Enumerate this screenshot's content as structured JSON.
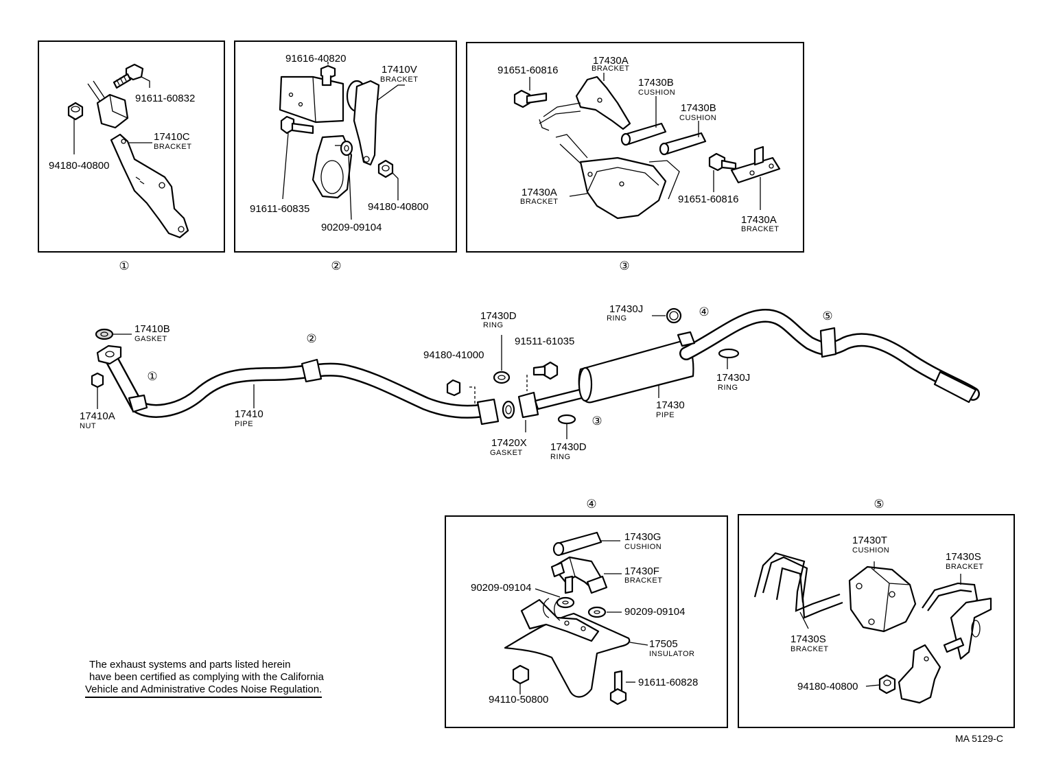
{
  "labels": {
    "p17410B": {
      "num": "17410B",
      "desc": "GASKET"
    },
    "p17410A": {
      "num": "17410A",
      "desc": "NUT"
    },
    "p17410": {
      "num": "17410",
      "desc": "PIPE"
    },
    "p94180_41000": {
      "num": "94180-41000"
    },
    "p17430D_top": {
      "num": "17430D",
      "desc": "RING"
    },
    "p91511_61035": {
      "num": "91511-61035"
    },
    "p17420X": {
      "num": "17420X",
      "desc": "GASKET"
    },
    "p17430D_bot": {
      "num": "17430D",
      "desc": "RING"
    },
    "p17430J_top": {
      "num": "17430J",
      "desc": "RING"
    },
    "p17430J_bot": {
      "num": "17430J",
      "desc": "RING"
    },
    "p17430": {
      "num": "17430",
      "desc": "PIPE"
    },
    "b1_91611_60832": {
      "num": "91611-60832"
    },
    "b1_94180_40800": {
      "num": "94180-40800"
    },
    "b1_17410C": {
      "num": "17410C",
      "desc": "BRACKET"
    },
    "b2_91616_40820": {
      "num": "91616-40820"
    },
    "b2_17410V": {
      "num": "17410V",
      "desc": "BRACKET"
    },
    "b2_91611_60835": {
      "num": "91611-60835"
    },
    "b2_94180_40800": {
      "num": "94180-40800"
    },
    "b2_90209_09104": {
      "num": "90209-09104"
    },
    "b3_91651_60816_a": {
      "num": "91651-60816"
    },
    "b3_17430A_top": {
      "num": "17430A",
      "desc": "BRACKET"
    },
    "b3_17430B_a": {
      "num": "17430B",
      "desc": "CUSHION"
    },
    "b3_17430B_b": {
      "num": "17430B",
      "desc": "CUSHION"
    },
    "b3_17430A_mid": {
      "num": "17430A",
      "desc": "BRACKET"
    },
    "b3_91651_60816_b": {
      "num": "91651-60816"
    },
    "b3_17430A_right": {
      "num": "17430A",
      "desc": "BRACKET"
    },
    "b4_17430G": {
      "num": "17430G",
      "desc": "CUSHION"
    },
    "b4_17430F": {
      "num": "17430F",
      "desc": "BRACKET"
    },
    "b4_90209_09104_a": {
      "num": "90209-09104"
    },
    "b4_90209_09104_b": {
      "num": "90209-09104"
    },
    "b4_17505": {
      "num": "17505",
      "desc": "INSULATOR"
    },
    "b4_91611_60828": {
      "num": "91611-60828"
    },
    "b4_94110_50800": {
      "num": "94110-50800"
    },
    "b5_17430T": {
      "num": "17430T",
      "desc": "CUSHION"
    },
    "b5_17430S_right": {
      "num": "17430S",
      "desc": "BRACKET"
    },
    "b5_17430S_left": {
      "num": "17430S",
      "desc": "BRACKET"
    },
    "b5_94180_40800": {
      "num": "94180-40800"
    }
  },
  "callouts": {
    "c1": "①",
    "c2": "②",
    "c3": "③",
    "c4": "④",
    "c5": "⑤"
  },
  "note": {
    "line1": "The exhaust systems and parts listed herein",
    "line2": "have been certified as complying with the California",
    "line3": "Vehicle and Administrative Codes Noise Regulation."
  },
  "figure_code": "MA  5129-C"
}
